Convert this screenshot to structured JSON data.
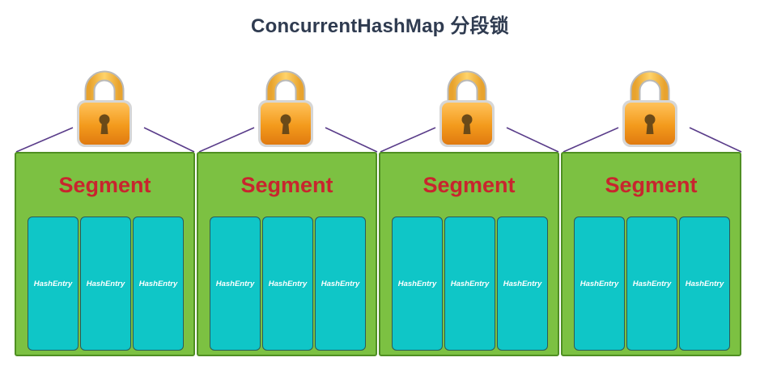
{
  "title": "ConcurrentHashMap 分段锁",
  "colors": {
    "segment_fill": "#7cc142",
    "segment_border": "#4f8f22",
    "segment_label": "#c8252e",
    "entry_fill": "#0fc6c7",
    "entry_border": "#2c5a58",
    "lock_body": "#f39a1c",
    "connector": "#5a3d8a"
  },
  "segments": [
    {
      "label": "Segment",
      "lock_icon": "padlock-icon",
      "entries": [
        "HashEntry",
        "HashEntry",
        "HashEntry"
      ]
    },
    {
      "label": "Segment",
      "lock_icon": "padlock-icon",
      "entries": [
        "HashEntry",
        "HashEntry",
        "HashEntry"
      ]
    },
    {
      "label": "Segment",
      "lock_icon": "padlock-icon",
      "entries": [
        "HashEntry",
        "HashEntry",
        "HashEntry"
      ]
    },
    {
      "label": "Segment",
      "lock_icon": "padlock-icon",
      "entries": [
        "HashEntry",
        "HashEntry",
        "HashEntry"
      ]
    }
  ]
}
